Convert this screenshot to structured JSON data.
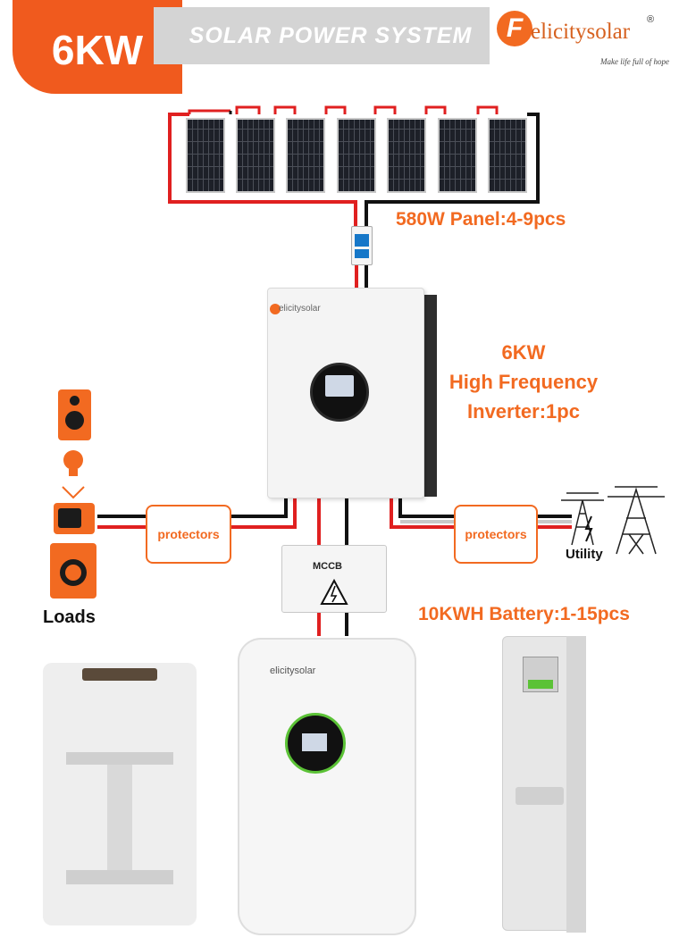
{
  "header": {
    "power_badge": "6KW",
    "title": "SOLAR POWER SYSTEM"
  },
  "brand": {
    "logo_letter": "F",
    "name": "elicitysolar",
    "registered_mark": "®",
    "slogan": "Make life full of hope"
  },
  "components": {
    "panel_label": "580W Panel:4-9pcs",
    "inverter_label_lines": [
      "6KW",
      "High Frequency",
      "Inverter:1pc"
    ],
    "battery_label": "10KWH Battery:1-15pcs",
    "mccb_label": "MCCB",
    "protector_left": "protectors",
    "protector_right": "protectors",
    "loads_label": "Loads",
    "utility_label": "Utility"
  },
  "colors": {
    "accent": "#f26a21",
    "wire_red": "#e02020",
    "wire_black": "#111111",
    "panel_dark": "#1d2028"
  },
  "icons": [
    "speaker-icon",
    "light-bulb-icon",
    "tv-icon",
    "washing-machine-icon",
    "transmission-tower-icon",
    "lightning-icon",
    "warning-icon"
  ]
}
